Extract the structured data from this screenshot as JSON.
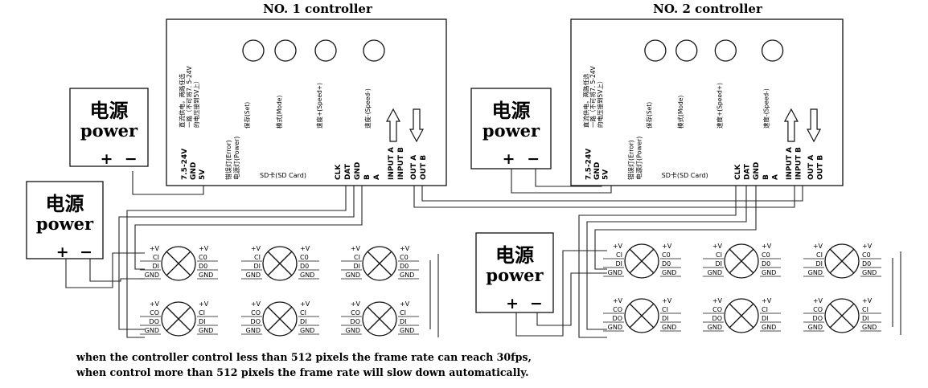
{
  "controllers": [
    {
      "title": "NO. 1 controller",
      "supply_note_lines": [
        "直流供电，两路任选",
        "一路（不可将7. 5-24V",
        "的电压接到5V上）"
      ],
      "buttons": [
        "保存(Set)",
        "模式(Mode)",
        "速度+(Speed+)",
        "速度-(Speed-)"
      ],
      "indicators": [
        "错误灯(Error)",
        "电源灯(Power)"
      ],
      "power_pins": [
        "7.5-24V",
        "GND",
        "5V"
      ],
      "sd_label": "SD卡(SD Card)",
      "signal_pins": [
        "CLK",
        "DAT",
        "GND",
        "B",
        "A",
        "INPUT A",
        "INPUT B",
        "OUT A",
        "OUT B"
      ]
    },
    {
      "title": "NO. 2 controller",
      "supply_note_lines": [
        "直流供电，两路任选",
        "一路（不可将7. 5-24V",
        "的电压接到5V上）"
      ],
      "buttons": [
        "保存(Set)",
        "模式(Mode)",
        "速度+(Speed+)",
        "速度-(Speed-)"
      ],
      "indicators": [
        "错误灯(Error)",
        "电源灯(Power)"
      ],
      "power_pins": [
        "7.5-24V",
        "GND",
        "5V"
      ],
      "sd_label": "SD卡(SD Card)",
      "signal_pins": [
        "CLK",
        "DAT",
        "GND",
        "B",
        "A",
        "INPUT A",
        "INPUT B",
        "OUT A",
        "OUT B"
      ]
    }
  ],
  "power_supply": {
    "cn": "电源",
    "en": "power",
    "plus": "+",
    "minus": "−"
  },
  "pixel_pins": {
    "top_left": [
      "+V",
      "CI",
      "DI",
      "GND"
    ],
    "top_right": [
      "+V",
      "C0",
      "D0",
      "GND"
    ],
    "bottom_left": [
      "+V",
      "CO",
      "DO",
      "GND"
    ],
    "bottom_right": [
      "+V",
      "CI",
      "DI",
      "GND"
    ]
  },
  "footer": {
    "line1": "when the controller control less than 512 pixels the frame rate can reach 30fps,",
    "line2": "when control more than 512 pixels the frame rate will slow down automatically."
  }
}
